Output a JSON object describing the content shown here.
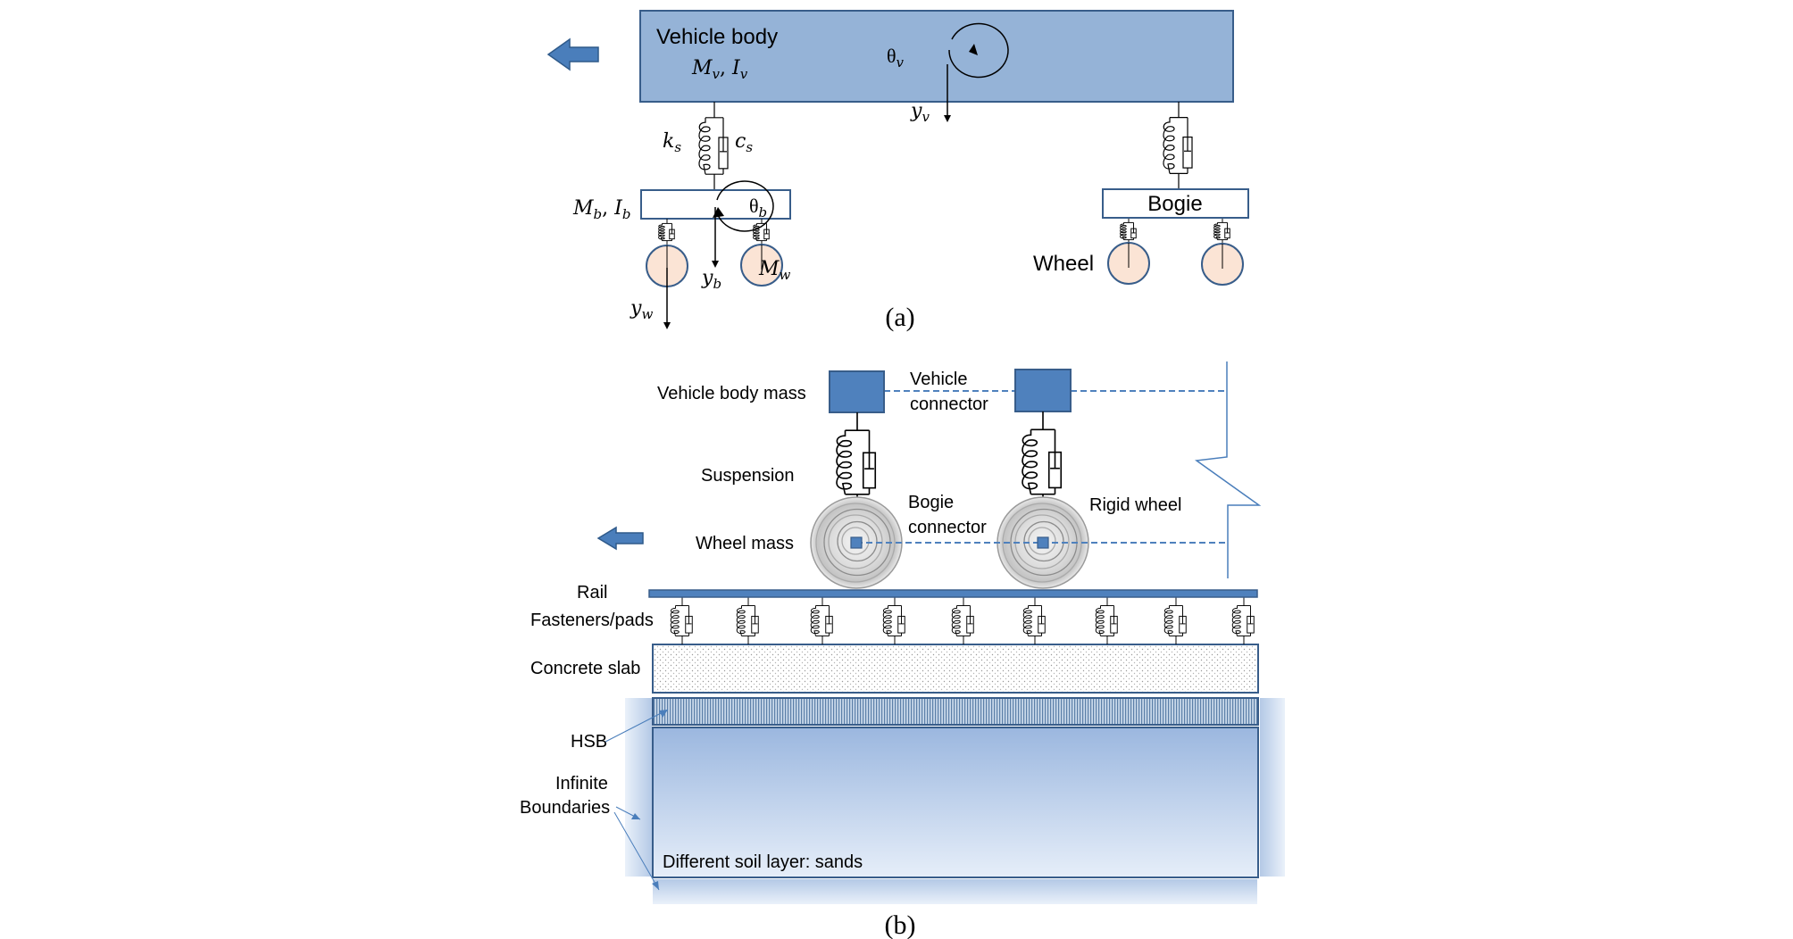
{
  "panel_a": {
    "vehicle_body_label": "Vehicle body",
    "mass_inertia_v": {
      "m": "M",
      "m_sub": "v",
      "i": "I",
      "i_sub": "v"
    },
    "theta_v": {
      "base": "θ",
      "sub": "v"
    },
    "y_v": {
      "base": "y",
      "sub": "v"
    },
    "k_s": {
      "base": "k",
      "sub": "s"
    },
    "c_s": {
      "base": "c",
      "sub": "s"
    },
    "mass_inertia_b": {
      "m": "M",
      "m_sub": "b",
      "i": "I",
      "i_sub": "b"
    },
    "theta_b": {
      "base": "θ",
      "sub": "b"
    },
    "y_b": {
      "base": "y",
      "sub": "b"
    },
    "m_w": {
      "base": "M",
      "sub": "w"
    },
    "y_w": {
      "base": "y",
      "sub": "w"
    },
    "bogie_label": "Bogie",
    "wheel_label": "Wheel",
    "caption": "(a)"
  },
  "panel_b": {
    "vehicle_body_mass": "Vehicle body mass",
    "vehicle_connector_1": "Vehicle",
    "vehicle_connector_2": "connector",
    "suspension": "Suspension",
    "bogie_connector_1": "Bogie",
    "bogie_connector_2": "connector",
    "rigid_wheel": "Rigid wheel",
    "wheel_mass": "Wheel mass",
    "rail": "Rail",
    "fasteners": "Fasteners/pads",
    "concrete_slab": "Concrete slab",
    "hsb": "HSB",
    "infinite_1": "Infinite",
    "infinite_2": "Boundaries",
    "soil_layer": "Different soil layer: sands",
    "caption": "(b)"
  },
  "colors": {
    "body_fill": "#95b3d7",
    "outline": "#385d8a",
    "mass_fill": "#4f81bd",
    "wheel_fill": "#fbe4d5",
    "arrow_fill": "#4a7ebb"
  }
}
